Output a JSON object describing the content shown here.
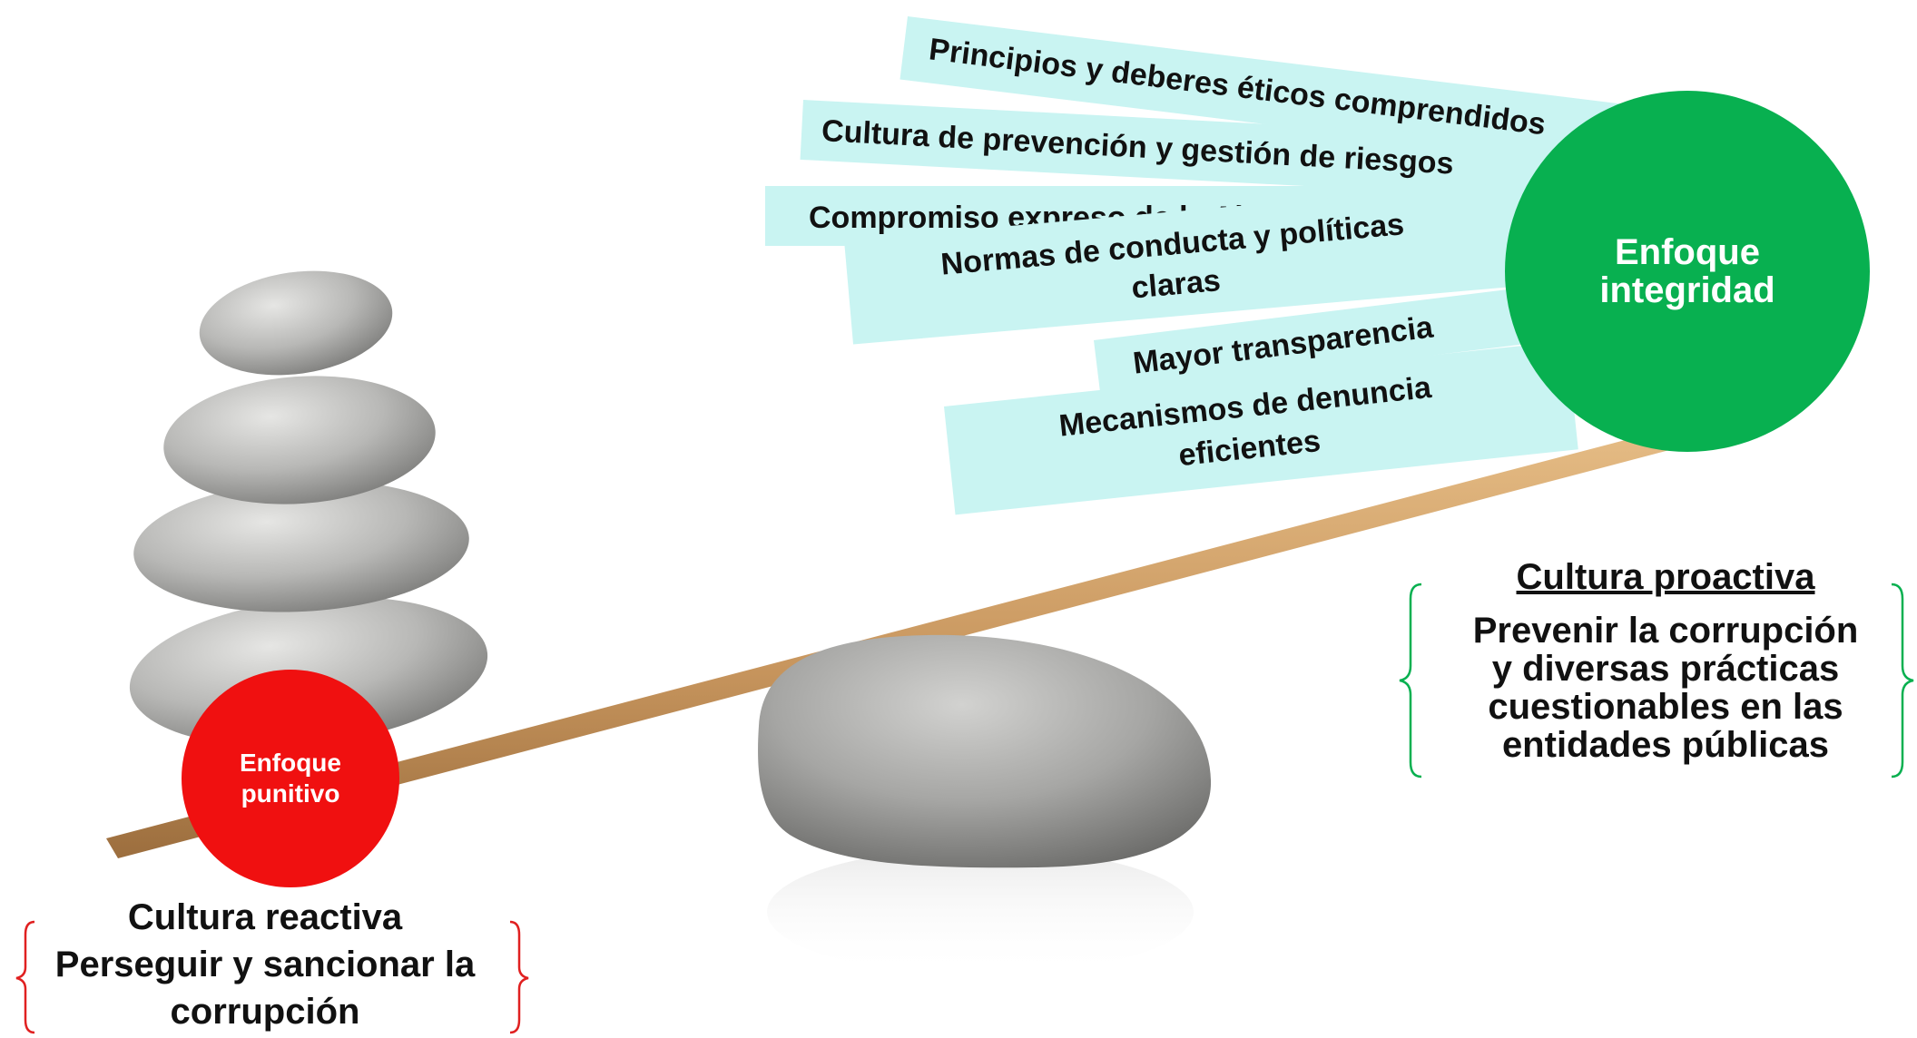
{
  "banners": [
    {
      "text": "Principios y deberes éticos comprendidos"
    },
    {
      "text": "Cultura de prevención y gestión de riesgos"
    },
    {
      "text": "Compromiso expreso de la Alta Dirección"
    },
    {
      "lines": [
        "Normas de conducta y políticas",
        "claras"
      ]
    },
    {
      "text": "Mayor transparencia"
    },
    {
      "lines": [
        "Mecanismos de denuncia",
        "eficientes"
      ]
    }
  ],
  "integrity_circle": {
    "line1": "Enfoque",
    "line2": "integridad",
    "color": "#08b050"
  },
  "punitive_circle": {
    "line1": "Enfoque",
    "line2": "punitivo",
    "color": "#f01010"
  },
  "proactive": {
    "title": "Cultura proactiva",
    "lines": [
      "Prevenir la corrupción",
      "y diversas prácticas",
      "cuestionables en las",
      "entidades públicas"
    ],
    "brace_color": "#08b050"
  },
  "reactive": {
    "title": "Cultura reactiva",
    "lines": [
      "Perseguir y sancionar la",
      "corrupción"
    ],
    "brace_color": "#e02020"
  }
}
